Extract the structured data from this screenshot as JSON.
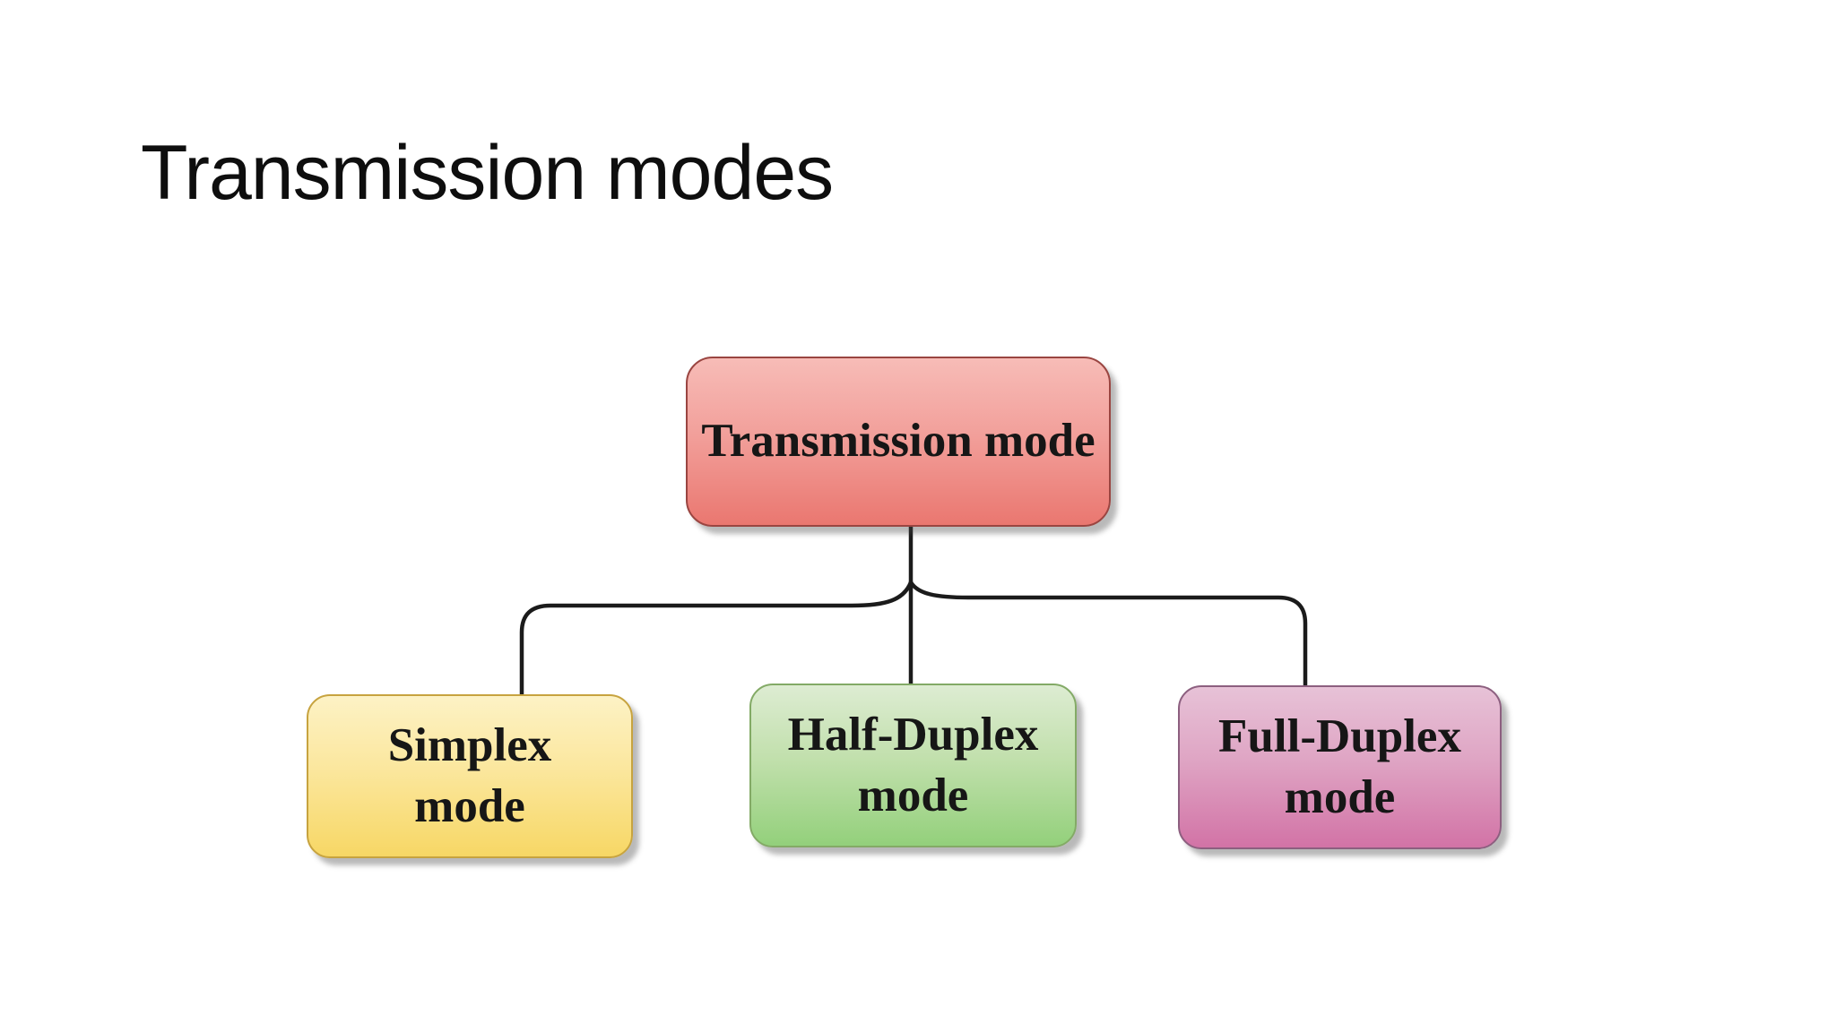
{
  "slide": {
    "title": "Transmission modes",
    "background": "#ffffff"
  },
  "diagram": {
    "connector_color": "#1b1b1b",
    "nodes": {
      "root": {
        "label": "Transmission mode",
        "fill_top": "#f7bcb7",
        "fill_mid": "#f2a09b",
        "fill_bottom": "#ea7770",
        "border_color": "#9a4541",
        "text_color": "#161616"
      },
      "simplex": {
        "line1": "Simplex",
        "line2": "mode",
        "fill_top": "#fdf2c5",
        "fill_mid": "#fbe79e",
        "fill_bottom": "#f7d765",
        "border_color": "#c7a33f",
        "text_color": "#161616"
      },
      "half_duplex": {
        "line1": "Half-Duplex",
        "line2": "mode",
        "fill_top": "#ddecd2",
        "fill_mid": "#c2e0ad",
        "fill_bottom": "#93d07b",
        "border_color": "#83aa66",
        "text_color": "#161616"
      },
      "full_duplex": {
        "line1": "Full-Duplex",
        "line2": "mode",
        "fill_top": "#e7c2d7",
        "fill_mid": "#dfa5c4",
        "fill_bottom": "#d273a6",
        "border_color": "#8c5f7f",
        "text_color": "#161616"
      }
    }
  }
}
